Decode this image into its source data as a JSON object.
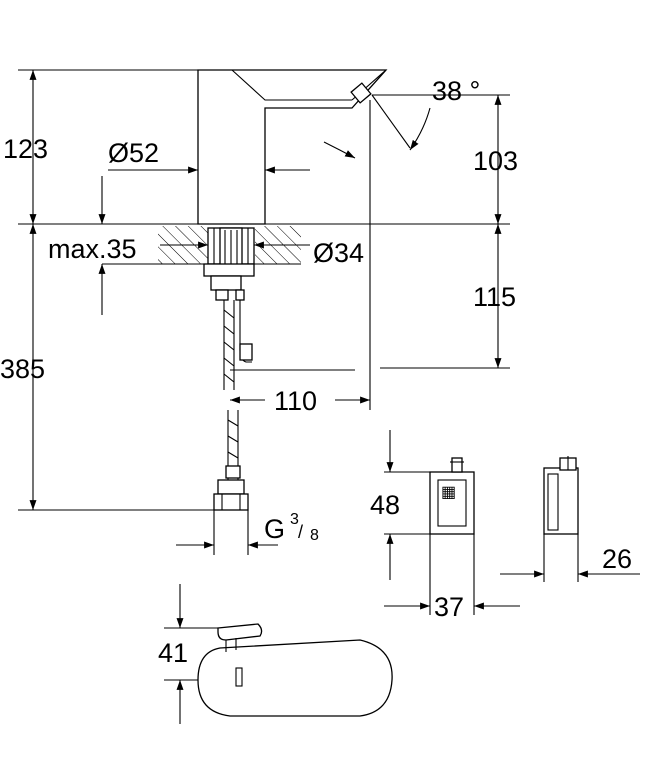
{
  "dimensions": {
    "height_spout": "123",
    "diameter_body": "Ø52",
    "max_deck": "max.35",
    "diameter_hole": "Ø34",
    "spout_height_outlet": "103",
    "angle": "38 °",
    "below_deck": "115",
    "total_hose": "385",
    "projection": "110",
    "thread_g": "G",
    "thread_num": "3",
    "thread_den": "8",
    "box_height": "48",
    "box_width": "37",
    "box_depth": "26",
    "spout_top_height": "41"
  },
  "colors": {
    "line": "#000000",
    "hatch": "#000000",
    "background": "#ffffff"
  }
}
